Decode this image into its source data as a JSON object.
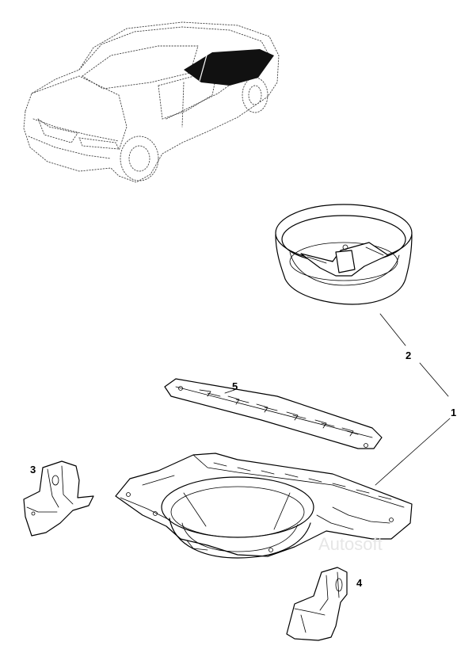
{
  "callouts": [
    {
      "id": "1",
      "label": "1"
    },
    {
      "id": "2",
      "label": "2"
    },
    {
      "id": "3",
      "label": "3"
    },
    {
      "id": "4",
      "label": "4"
    },
    {
      "id": "5",
      "label": "5"
    }
  ],
  "watermark": "Autosoft",
  "colors": {
    "line": "#000000",
    "background": "#ffffff",
    "highlight": "#111111"
  }
}
